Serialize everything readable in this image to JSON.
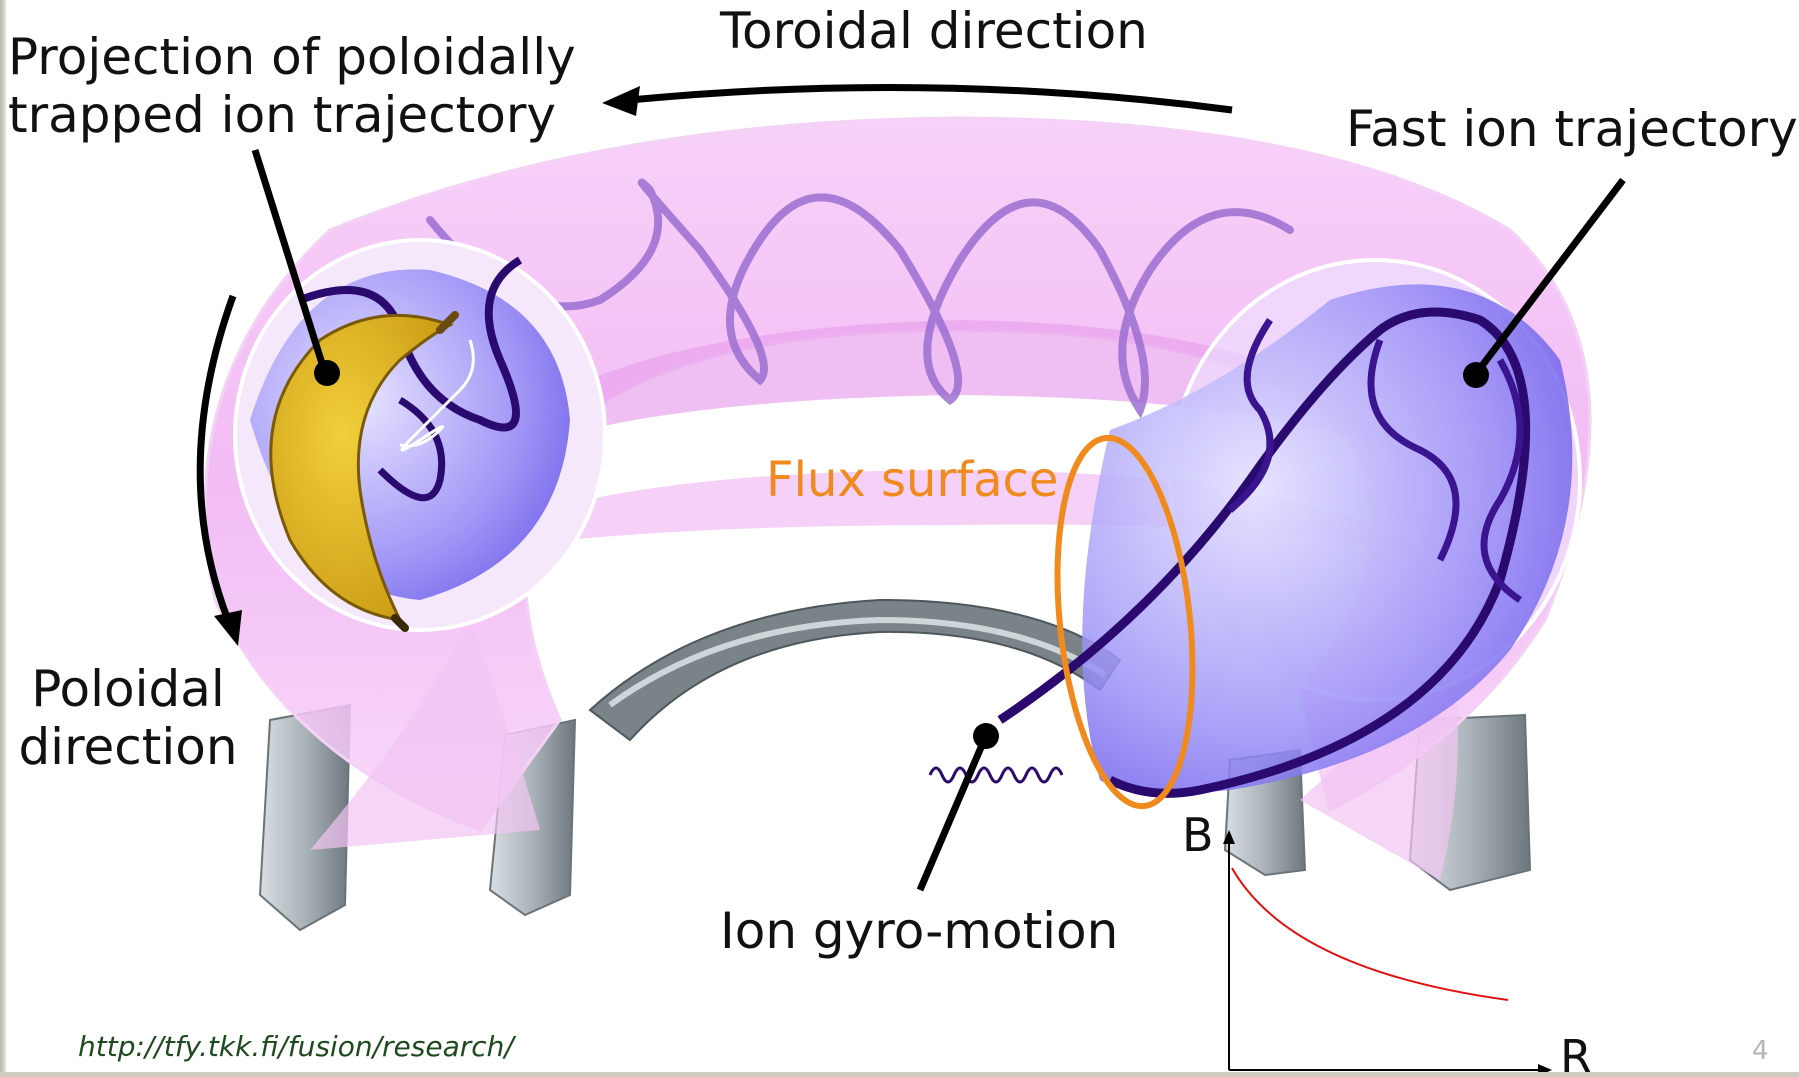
{
  "labels": {
    "toroidal": "Toroidal direction",
    "projection_line1": "Projection of poloidally",
    "projection_line2": "trapped ion trajectory",
    "fast_ion": "Fast ion trajectory",
    "poloidal_line1": "Poloidal",
    "poloidal_line2": "direction",
    "flux_surface": "Flux surface",
    "gyro": "Ion gyro-motion",
    "b_axis": "B",
    "r_axis": "R"
  },
  "footer": {
    "url": "http://tfy.tkk.fi/fusion/research/",
    "slide_number": "4"
  },
  "colors": {
    "torus": "#f2b6f4",
    "flux_tube": "#7466f0",
    "trajectory": "#2a0a6e",
    "flux_surface": "#f08a1c",
    "field_curve": "#e01010",
    "coils": "#8c969c"
  }
}
